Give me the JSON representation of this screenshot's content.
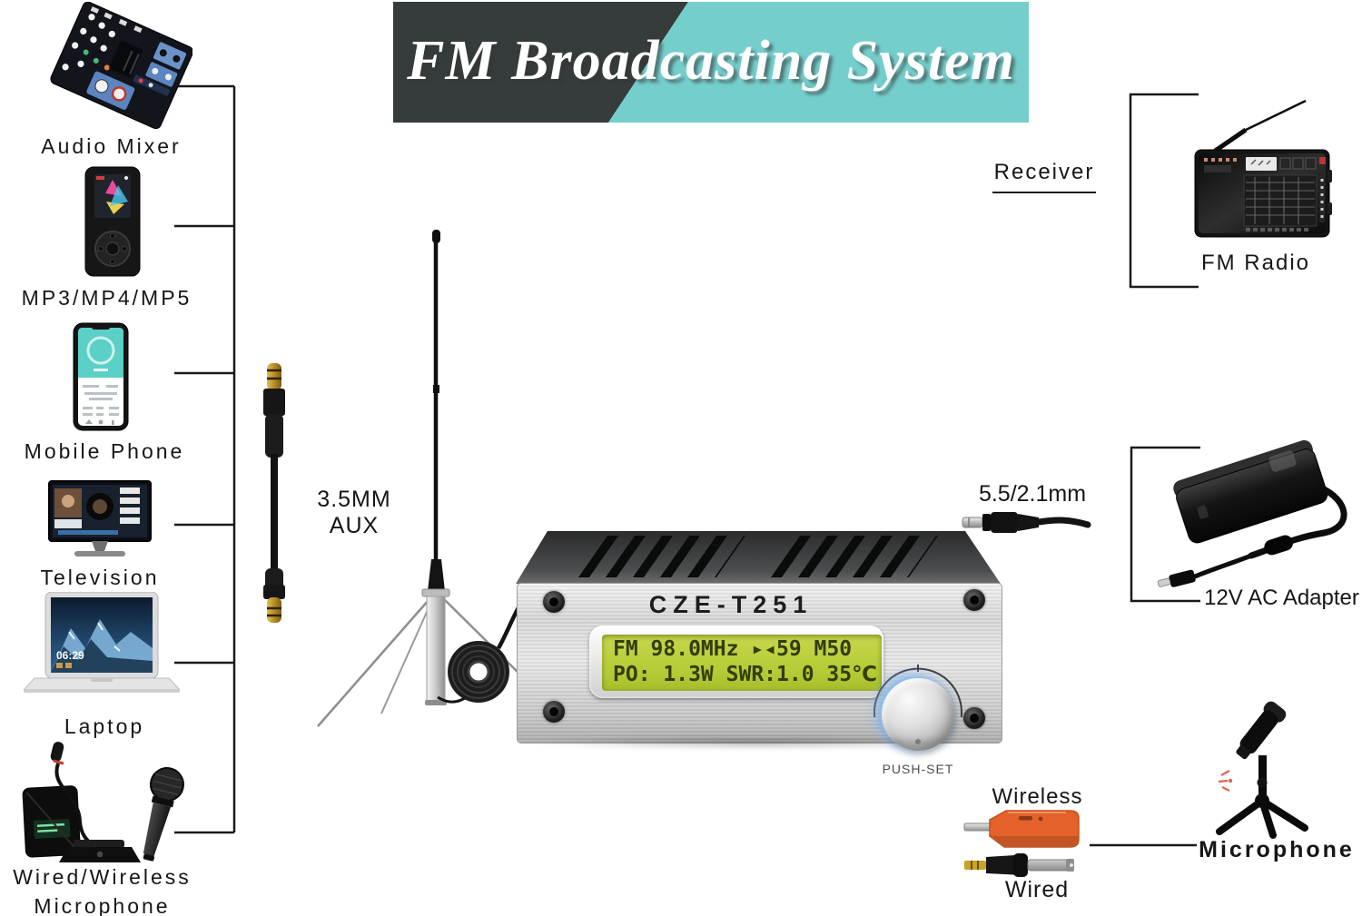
{
  "banner": {
    "title": "FM Broadcasting System"
  },
  "left": {
    "items": [
      {
        "name": "audio-mixer",
        "label": "Audio Mixer"
      },
      {
        "name": "mp3-player",
        "label": "MP3/MP4/MP5"
      },
      {
        "name": "mobile-phone",
        "label": "Mobile Phone"
      },
      {
        "name": "television",
        "label": "Television"
      },
      {
        "name": "laptop",
        "label": "Laptop"
      },
      {
        "name": "wired-wireless-microphone",
        "label": "Wired/Wireless\nMicrophone"
      }
    ],
    "laptop_screen_time": "06:29"
  },
  "center": {
    "aux_label": "3.5MM AUX",
    "transmitter": {
      "model": "CZE-T251",
      "lcd_line1": "FM 98.0MHz ▸◂59 M50",
      "lcd_line2": "PO: 1.3W SWR:1.0 35℃",
      "knob_label": "PUSH-SET"
    }
  },
  "right": {
    "receiver_heading": "Receiver",
    "fm_radio_label": "FM Radio",
    "dc_plug_label": "5.5/2.1mm",
    "adapter_label": "12V AC Adapter",
    "wireless_label": "Wireless",
    "wired_label": "Wired",
    "microphone_label": "Microphone"
  },
  "icons": [
    "audio-mixer",
    "mp3-player",
    "mobile-phone",
    "television",
    "laptop",
    "wired-wireless-microphone",
    "aux-cable",
    "antenna",
    "coax-coil",
    "transmitter",
    "fm-radio",
    "dc-plug",
    "ac-adapter",
    "wireless-dongle",
    "wired-adapter",
    "microphone-tripod"
  ],
  "colors": {
    "banner_dark": "#363b3b",
    "banner_teal": "#74cecc",
    "lcd_bg": "#b4ca35",
    "lcd_text": "#333d04",
    "knob_glow": "#86b9f2",
    "dongle_orange": "#e4622a",
    "phone_teal": "#5bd0c6"
  }
}
